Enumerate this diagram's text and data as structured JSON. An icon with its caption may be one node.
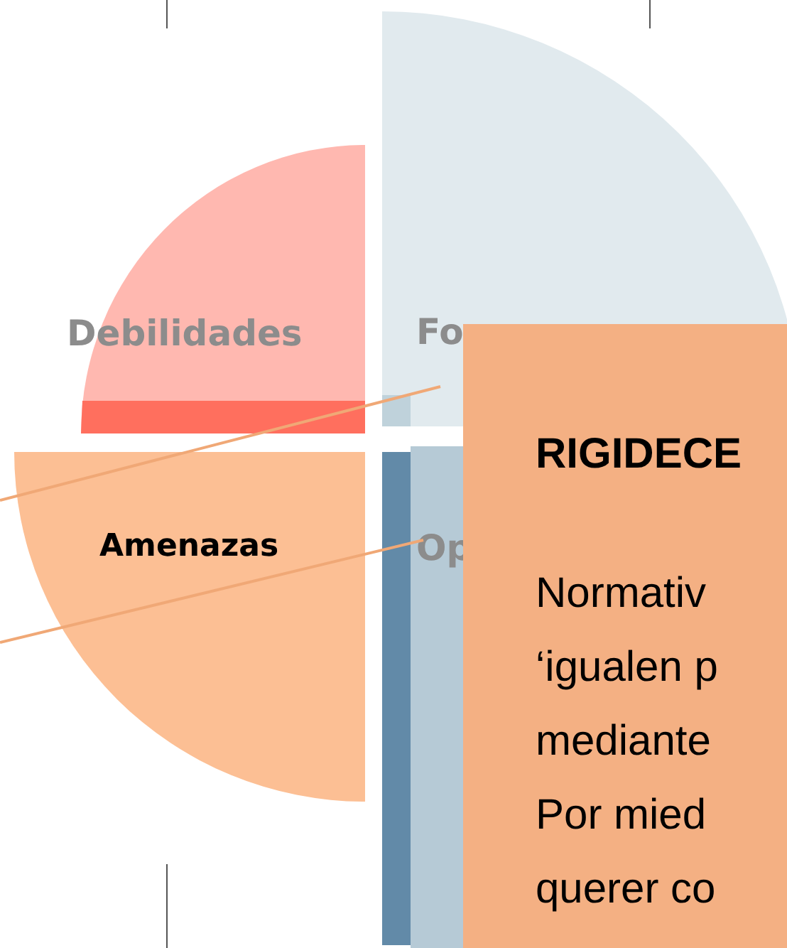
{
  "diagram": {
    "nodes": [
      {
        "text": [
          "Debilidades"
        ]
      },
      {
        "text": [
          "Fo"
        ]
      },
      {
        "text": [
          "Amenazas"
        ]
      },
      {
        "text": [
          "Op"
        ]
      },
      {
        "text": [
          "RIGIDECE",
          "Normativ",
          "‘igualen p",
          "mediante",
          "Por mied",
          "querer co"
        ]
      }
    ],
    "edges": [
      {
        "from": null,
        "to": 1,
        "arrow": "none"
      },
      {
        "from": null,
        "to": 3,
        "arrow": "none"
      }
    ]
  }
}
